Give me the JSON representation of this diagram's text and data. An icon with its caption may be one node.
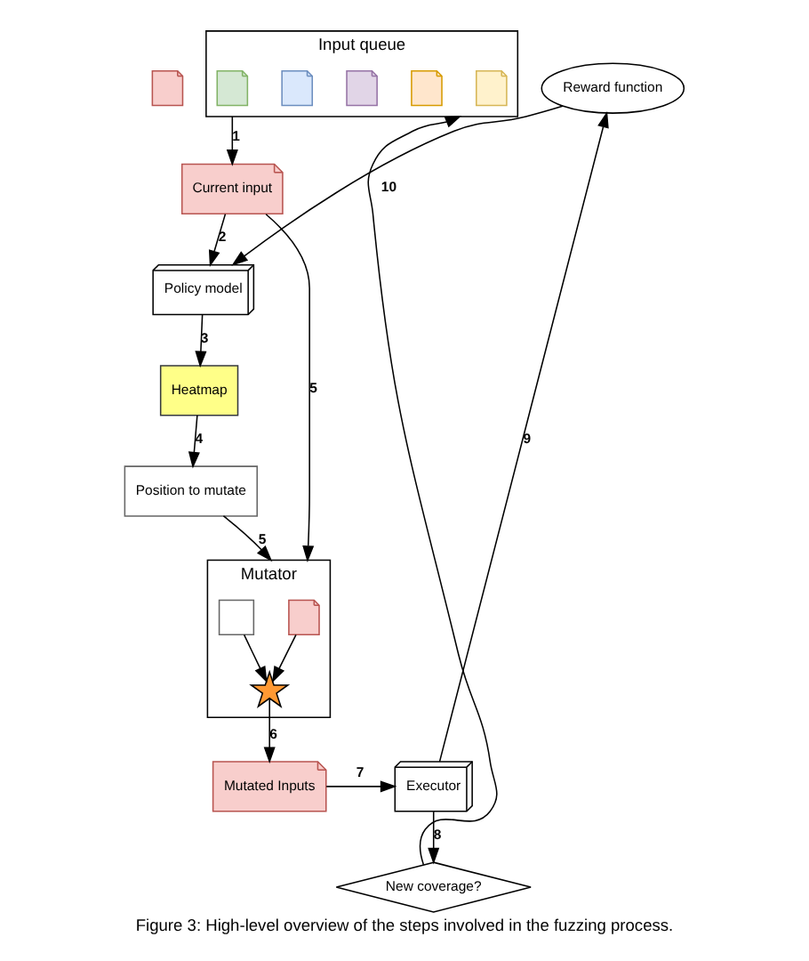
{
  "diagram": {
    "caption": "Figure 3: High-level overview of the steps involved in the fuzzing process.",
    "nodes": [
      {
        "text": [],
        "shape": "document"
      },
      {
        "text": [
          "Input queue"
        ]
      },
      {
        "text": [],
        "shape": "document",
        "in": 1
      },
      {
        "text": [],
        "shape": "document",
        "in": 1
      },
      {
        "text": [],
        "shape": "document",
        "in": 1
      },
      {
        "text": [],
        "shape": "document",
        "in": 1
      },
      {
        "text": [],
        "shape": "document",
        "in": 1
      },
      {
        "text": [
          "Current input"
        ]
      },
      {
        "text": [
          "Policy model"
        ]
      },
      {
        "text": [
          "Heatmap"
        ]
      },
      {
        "text": [
          "Position to mutate"
        ]
      },
      {
        "text": [
          "Reward function"
        ]
      },
      {
        "text": [
          "Mutator"
        ]
      },
      {
        "text": [],
        "shape": "document",
        "in": 12
      },
      {
        "text": [],
        "shape": "box",
        "in": 12
      },
      {
        "text": [],
        "shape": "star",
        "in": 12
      },
      {
        "text": [
          "Mutated Inputs"
        ]
      },
      {
        "text": [
          "Executor"
        ]
      },
      {
        "text": [
          "New coverage?"
        ]
      }
    ],
    "edges": [
      {
        "from": 1,
        "to": 7,
        "arrow": "to",
        "label": "1"
      },
      {
        "from": 7,
        "to": 8,
        "arrow": "to",
        "label": "2"
      },
      {
        "from": 8,
        "to": 9,
        "arrow": "to",
        "label": "3"
      },
      {
        "from": 9,
        "to": 10,
        "arrow": "to",
        "label": "4"
      },
      {
        "from": 7,
        "to": 12,
        "arrow": "to",
        "label": "5"
      },
      {
        "from": 10,
        "to": 12,
        "arrow": "to",
        "label": "5"
      },
      {
        "from": 13,
        "to": 15,
        "arrow": "to"
      },
      {
        "from": 14,
        "to": 15,
        "arrow": "to"
      },
      {
        "from": 15,
        "to": 16,
        "arrow": "to",
        "label": "6"
      },
      {
        "from": 16,
        "to": 17,
        "arrow": "to",
        "label": "7"
      },
      {
        "from": 17,
        "to": 18,
        "arrow": "to",
        "label": "8"
      },
      {
        "from": 17,
        "to": 11,
        "arrow": "to",
        "label": "9"
      },
      {
        "from": 11,
        "to": 8,
        "arrow": "to",
        "label": "10"
      },
      {
        "from": 18,
        "to": 1,
        "arrow": "to"
      }
    ]
  }
}
